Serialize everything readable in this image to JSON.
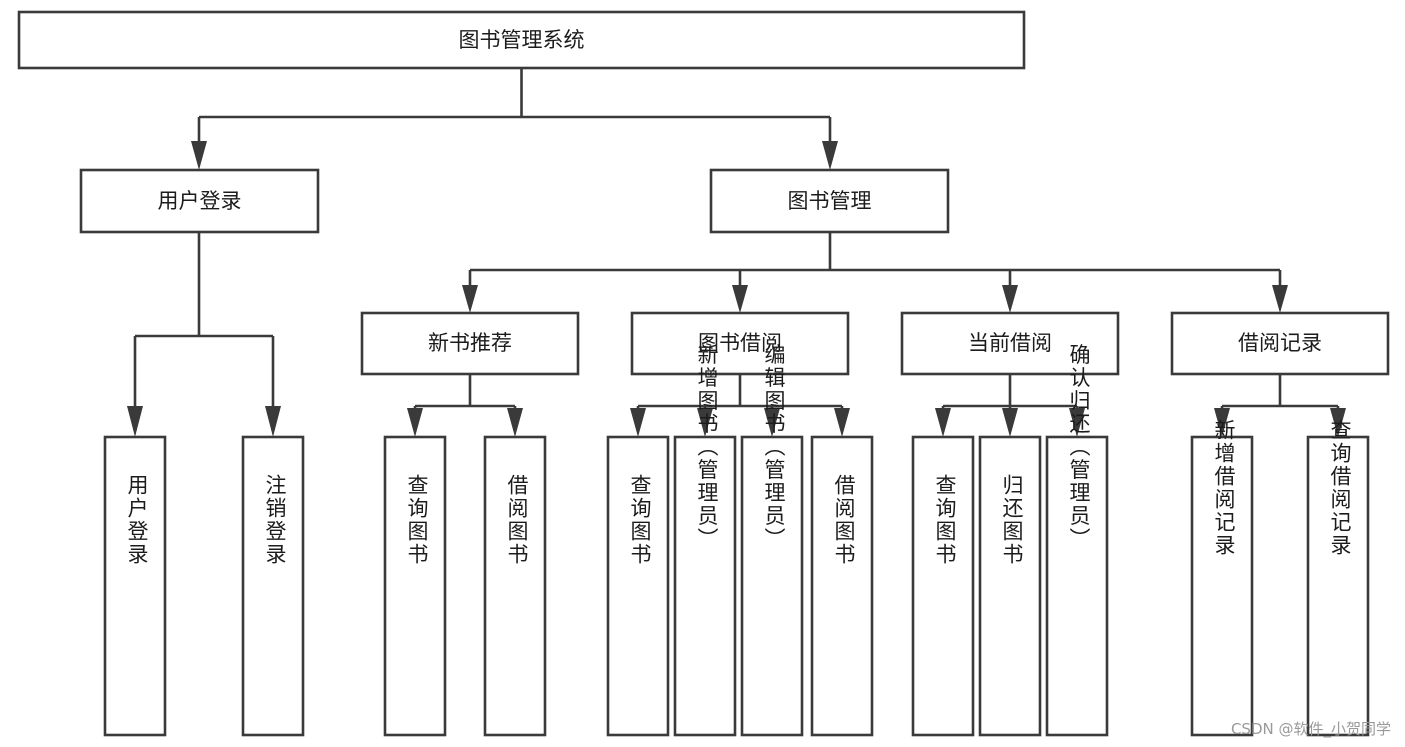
{
  "diagram": {
    "type": "tree",
    "title": "图书管理系统",
    "root": {
      "id": "root",
      "label": "图书管理系统",
      "orientation": "horizontal"
    },
    "level2": [
      {
        "id": "user-login",
        "label": "用户登录",
        "orientation": "horizontal"
      },
      {
        "id": "book-manage",
        "label": "图书管理",
        "orientation": "horizontal"
      }
    ],
    "level3": [
      {
        "id": "new-book-rec",
        "label": "新书推荐",
        "orientation": "horizontal",
        "parent": "book-manage"
      },
      {
        "id": "book-borrow",
        "label": "图书借阅",
        "orientation": "horizontal",
        "parent": "book-manage"
      },
      {
        "id": "current-borrow",
        "label": "当前借阅",
        "orientation": "horizontal",
        "parent": "book-manage"
      },
      {
        "id": "borrow-record",
        "label": "借阅记录",
        "orientation": "horizontal",
        "parent": "book-manage"
      }
    ],
    "leaves": [
      {
        "id": "leaf-user-login",
        "label": "用户登录",
        "orientation": "vertical",
        "parent": "user-login"
      },
      {
        "id": "leaf-user-logout",
        "label": "注销登录",
        "orientation": "vertical",
        "parent": "user-login"
      },
      {
        "id": "leaf-rec-query",
        "label": "查询图书",
        "orientation": "vertical",
        "parent": "new-book-rec"
      },
      {
        "id": "leaf-rec-borrow",
        "label": "借阅图书",
        "orientation": "vertical",
        "parent": "new-book-rec"
      },
      {
        "id": "leaf-borrow-query",
        "label": "查询图书",
        "orientation": "vertical",
        "parent": "book-borrow"
      },
      {
        "id": "leaf-borrow-add",
        "label": "新增图书（管理员）",
        "orientation": "vertical",
        "parent": "book-borrow"
      },
      {
        "id": "leaf-borrow-edit",
        "label": "编辑图书（管理员）",
        "orientation": "vertical",
        "parent": "book-borrow"
      },
      {
        "id": "leaf-borrow-lend",
        "label": "借阅图书",
        "orientation": "vertical",
        "parent": "book-borrow"
      },
      {
        "id": "leaf-cur-query",
        "label": "查询图书",
        "orientation": "vertical",
        "parent": "current-borrow"
      },
      {
        "id": "leaf-cur-return",
        "label": "归还图书",
        "orientation": "vertical",
        "parent": "current-borrow"
      },
      {
        "id": "leaf-cur-confirm",
        "label": "确认归还（管理员）",
        "orientation": "vertical",
        "parent": "current-borrow"
      },
      {
        "id": "leaf-rec-add",
        "label": "新增借阅记录",
        "orientation": "vertical",
        "parent": "borrow-record"
      },
      {
        "id": "leaf-rec-search",
        "label": "查询借阅记录",
        "orientation": "vertical",
        "parent": "borrow-record"
      }
    ],
    "colors": {
      "box_stroke": "#3a3a3a",
      "box_fill": "#ffffff",
      "text": "#1c1c1c",
      "background": "#ffffff",
      "watermark": "#9a9a9a"
    }
  },
  "watermark": {
    "text": "CSDN @软件_小贺同学"
  }
}
